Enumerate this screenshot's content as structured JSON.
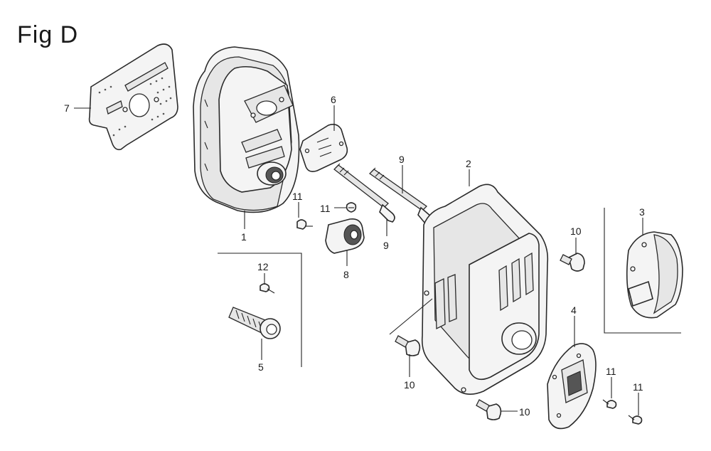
{
  "figure": {
    "title": "Fig D"
  },
  "callouts": [
    {
      "id": "c7",
      "label": "7"
    },
    {
      "id": "c1",
      "label": "1"
    },
    {
      "id": "c6",
      "label": "6"
    },
    {
      "id": "c9a",
      "label": "9"
    },
    {
      "id": "c9b",
      "label": "9"
    },
    {
      "id": "c2",
      "label": "2"
    },
    {
      "id": "c11a",
      "label": "11"
    },
    {
      "id": "c11b",
      "label": "11"
    },
    {
      "id": "c8",
      "label": "8"
    },
    {
      "id": "c12",
      "label": "12"
    },
    {
      "id": "c5",
      "label": "5"
    },
    {
      "id": "c10a",
      "label": "10"
    },
    {
      "id": "c10b",
      "label": "10"
    },
    {
      "id": "c10c",
      "label": "10"
    },
    {
      "id": "c3",
      "label": "3"
    },
    {
      "id": "c4",
      "label": "4"
    },
    {
      "id": "c11c",
      "label": "11"
    },
    {
      "id": "c11d",
      "label": "11"
    }
  ]
}
